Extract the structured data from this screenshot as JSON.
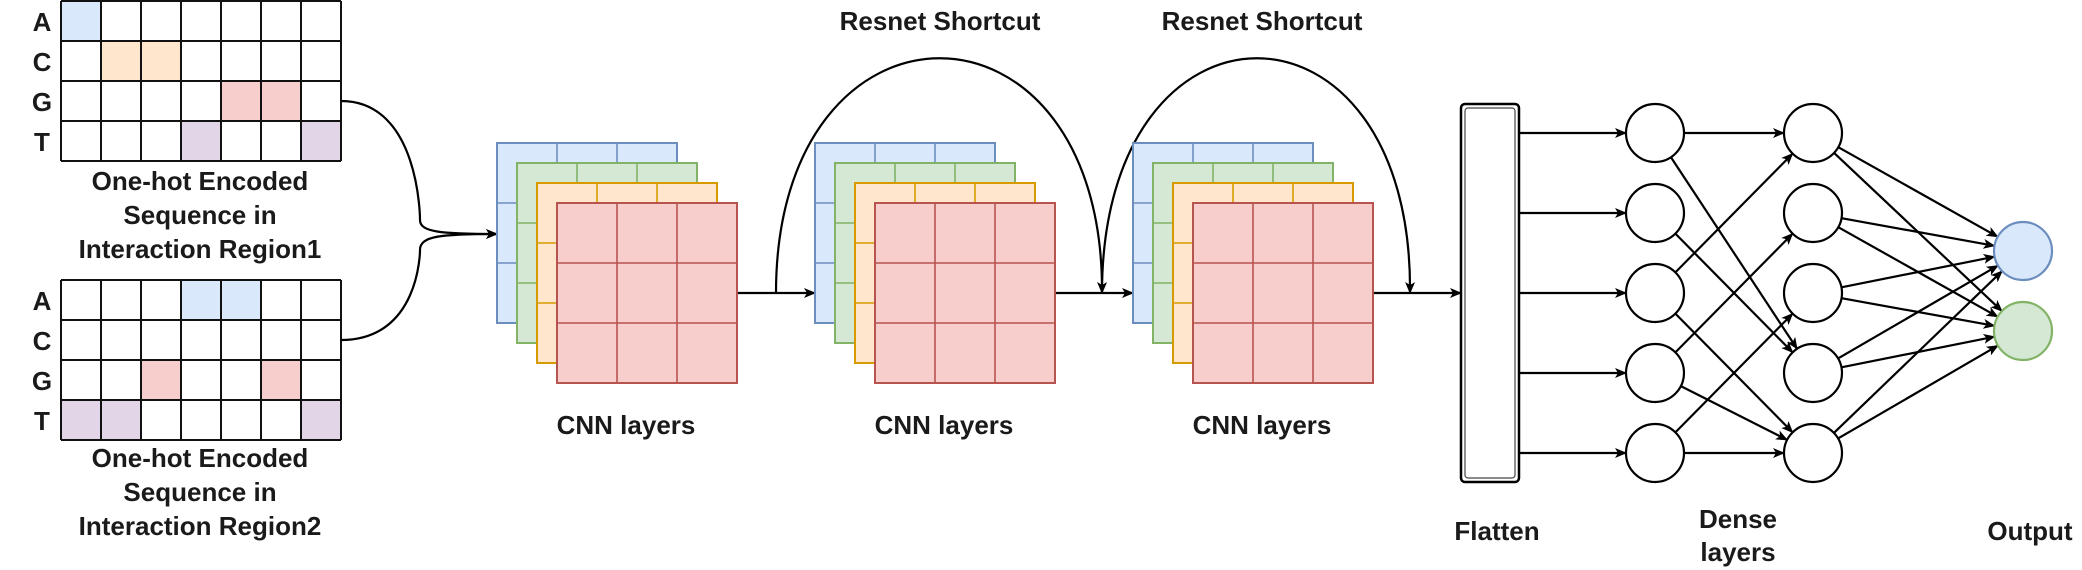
{
  "inputs": [
    {
      "caption_lines": [
        "One-hot Encoded",
        "Sequence in",
        "Interaction Region1"
      ],
      "rows": [
        "A",
        "C",
        "G",
        "T"
      ],
      "highlights": {
        "A": [
          0
        ],
        "C": [
          1,
          2
        ],
        "G": [
          4,
          5
        ],
        "T": [
          3,
          6
        ]
      }
    },
    {
      "caption_lines": [
        "One-hot Encoded",
        "Sequence in",
        "Interaction Region2"
      ],
      "rows": [
        "A",
        "C",
        "G",
        "T"
      ],
      "highlights": {
        "A": [
          3,
          4
        ],
        "C": [],
        "G": [
          2,
          5
        ],
        "T": [
          0,
          1,
          6
        ]
      }
    }
  ],
  "cnn_blocks": [
    {
      "label": "CNN layers"
    },
    {
      "label": "CNN layers"
    },
    {
      "label": "CNN layers"
    }
  ],
  "shortcuts": [
    {
      "label": "Resnet Shortcut"
    },
    {
      "label": "Resnet Shortcut"
    }
  ],
  "flatten": {
    "label": "Flatten"
  },
  "dense": {
    "label_lines": [
      "Dense",
      "layers"
    ],
    "layer1_nodes": 5,
    "layer2_nodes": 5
  },
  "output": {
    "label": "Output",
    "nodes": 2
  },
  "colors": {
    "A": "#dae8fc",
    "C": "#ffe6cc",
    "G": "#f8cecc",
    "T": "#e1d5e7",
    "layer_blue_fill": "#dae8fc",
    "layer_blue_stroke": "#6c8ebf",
    "layer_green_fill": "#d5e8d4",
    "layer_green_stroke": "#82b366",
    "layer_orange_fill": "#ffe6cc",
    "layer_orange_stroke": "#d79b00",
    "layer_red_fill": "#f8cecc",
    "layer_red_stroke": "#b85450",
    "output_blue_fill": "#dae8fc",
    "output_blue_stroke": "#6c8ebf",
    "output_green_fill": "#d5e8d4",
    "output_green_stroke": "#82b366"
  }
}
